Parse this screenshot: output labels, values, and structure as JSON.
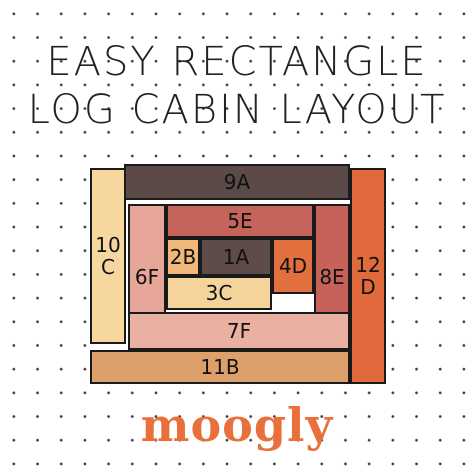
{
  "title_line1": "EASY RECTANGLE",
  "title_line2": "LOG CABIN LAYOUT",
  "logo_text": "moogly",
  "colors": {
    "dark": "#5b4a48",
    "mauve": "#a85a52",
    "salmon": "#e6a490",
    "light_salmon": "#efb5a2",
    "beige": "#f2d49a",
    "peach": "#f5c48a",
    "orange": "#e06a3b",
    "orange_brown": "#e38a55",
    "rust": "#c4654d",
    "tan": "#dba06b",
    "logo": "#e9703a"
  },
  "blocks": [
    {
      "id": "9A",
      "label": "9A",
      "color": "#5b4a48"
    },
    {
      "id": "10C",
      "label": "10\nC",
      "color": "#f6d79f"
    },
    {
      "id": "12D",
      "label": "12\nD",
      "color": "#e06a3b"
    },
    {
      "id": "5E",
      "label": "5E",
      "color": "#c4645a"
    },
    {
      "id": "6F",
      "label": "6F",
      "color": "#e7a798"
    },
    {
      "id": "8E",
      "label": "8E",
      "color": "#c6625a"
    },
    {
      "id": "2B",
      "label": "2B",
      "color": "#f0b77a"
    },
    {
      "id": "1A",
      "label": "1A",
      "color": "#5d4c4a"
    },
    {
      "id": "4D",
      "label": "4D",
      "color": "#e2703f"
    },
    {
      "id": "3C",
      "label": "3C",
      "color": "#f5d49b"
    },
    {
      "id": "7F",
      "label": "7F",
      "color": "#eab1a3"
    },
    {
      "id": "11B",
      "label": "11B",
      "color": "#dea06a"
    }
  ]
}
